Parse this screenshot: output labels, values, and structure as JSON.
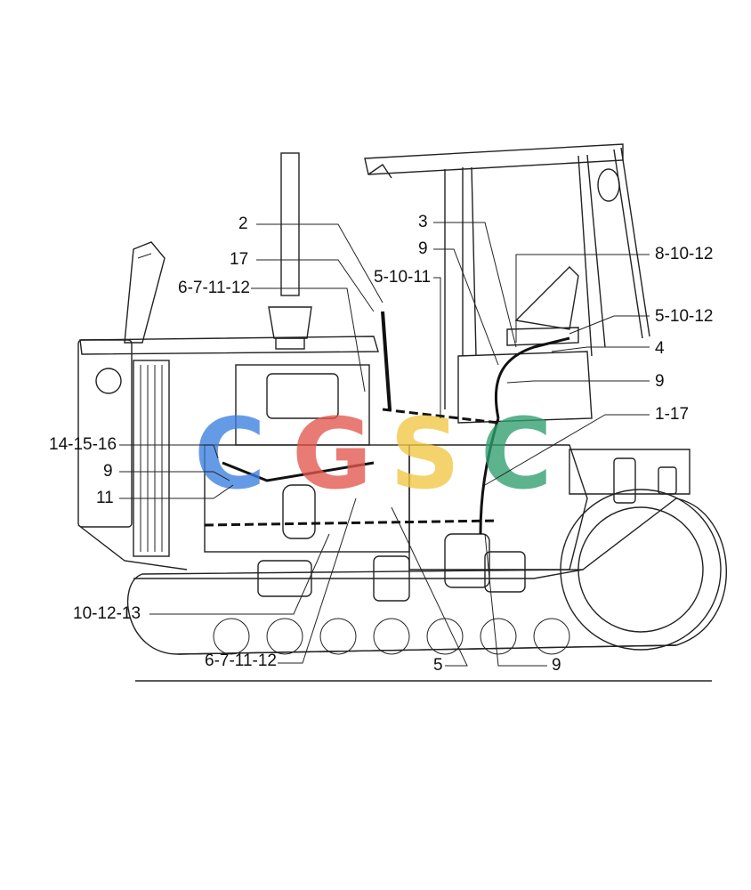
{
  "callouts": {
    "c2": "2",
    "c3": "3",
    "c17": "17",
    "c9_top": "9",
    "c6_7_11_12_top": "6-7-11-12",
    "c5_10_11": "5-10-11",
    "c8_10_12": "8-10-12",
    "c5_10_12": "5-10-12",
    "c4": "4",
    "c9_right": "9",
    "c1_17": "1-17",
    "c14_15_16": "14-15-16",
    "c9_left": "9",
    "c11": "11",
    "c10_12_13": "10-12-13",
    "c6_7_11_12_bottom": "6-7-11-12",
    "c5_bottom": "5",
    "c9_bottom": "9"
  },
  "watermark": {
    "letters": [
      "C",
      "G",
      "S",
      "C"
    ],
    "colors": [
      "#3b7fe0",
      "#e2574c",
      "#f2c744",
      "#2f9e6e"
    ]
  }
}
